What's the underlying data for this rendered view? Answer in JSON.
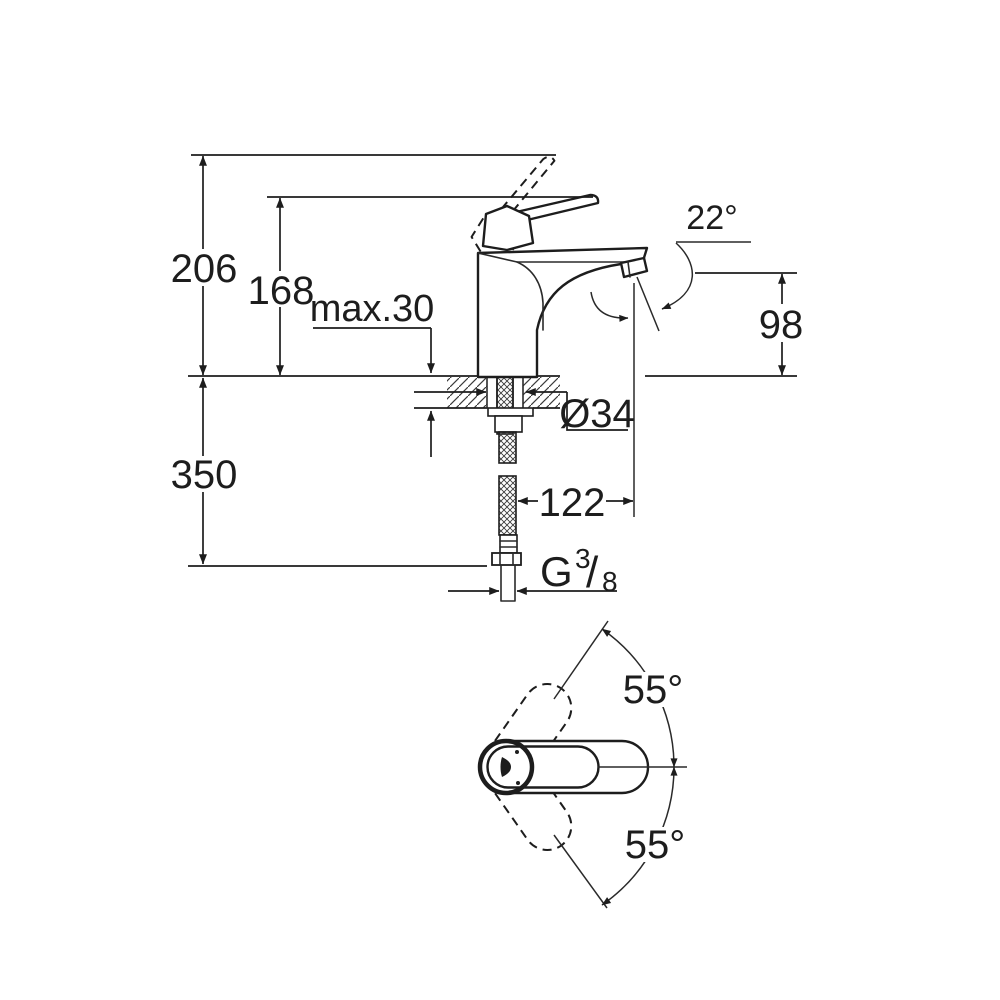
{
  "drawing": {
    "title": "faucet-installation-dimension-drawing",
    "dimensions": {
      "overall_height": "206",
      "lever_height": "168",
      "max_deck_thickness": "max.30",
      "spout_angle": "22°",
      "outlet_height": "98",
      "hole_diameter": "Ø34",
      "hose_drop": "350",
      "outlet_projection": "122",
      "swing_upper": "55°",
      "swing_lower": "55°"
    },
    "thread": {
      "prefix": "G",
      "numerator": "3",
      "slash": "/",
      "denominator": "8"
    }
  }
}
